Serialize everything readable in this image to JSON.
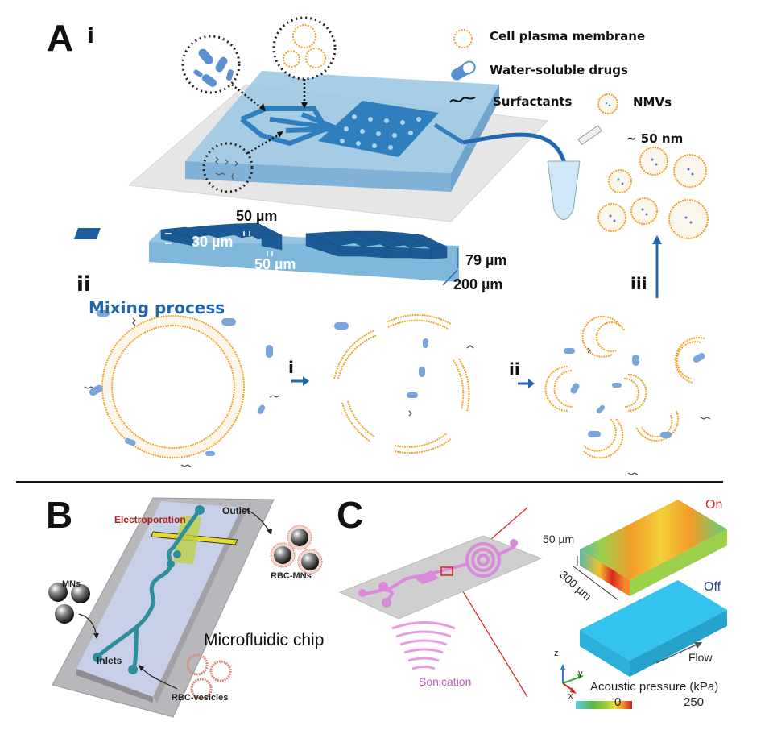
{
  "figure": {
    "panel_a": {
      "letter": "A",
      "sub_i": "i",
      "sub_ii": "ii",
      "legend": [
        {
          "icon": "membrane-vesicle-icon",
          "label": "Cell plasma membrane"
        },
        {
          "icon": "capsule-icon",
          "label": "Water-soluble drugs"
        },
        {
          "icon": "squiggle-icon",
          "label": "Surfactants"
        },
        {
          "icon": "nmv-icon",
          "label": "NMVs"
        }
      ],
      "nmv_size": "~ 50 nm",
      "dimensions": {
        "top_width": "50 µm",
        "height_30": "30 µm",
        "gap_50": "50 µm",
        "depth": "79 µm",
        "width": "200 µm"
      },
      "mixing_title": "Mixing process",
      "steps": [
        "i",
        "ii",
        "iii"
      ]
    },
    "panel_b": {
      "letter": "B",
      "electroporation": "Electroporation",
      "outlet": "Outlet",
      "rbc_mns": "RBC-MNs",
      "mns": "MNs",
      "inlets": "Inlets",
      "chip": "Microfluidic chip",
      "rbc_vesicles": "RBC-vesicles"
    },
    "panel_c": {
      "letter": "C",
      "sonication": "Sonication",
      "thickness": "50 µm",
      "length": "300 µm",
      "on": "On",
      "off": "Off",
      "flow": "Flow",
      "colorbar_title": "Acoustic pressure (kPa)",
      "colorbar_min": "0",
      "colorbar_max": "250",
      "axes": {
        "z": "z",
        "y": "y",
        "x": "x"
      },
      "colors": {
        "on": "#d42a2a",
        "off": "#2b3f9e",
        "off_block": "#33c3ee"
      }
    }
  }
}
